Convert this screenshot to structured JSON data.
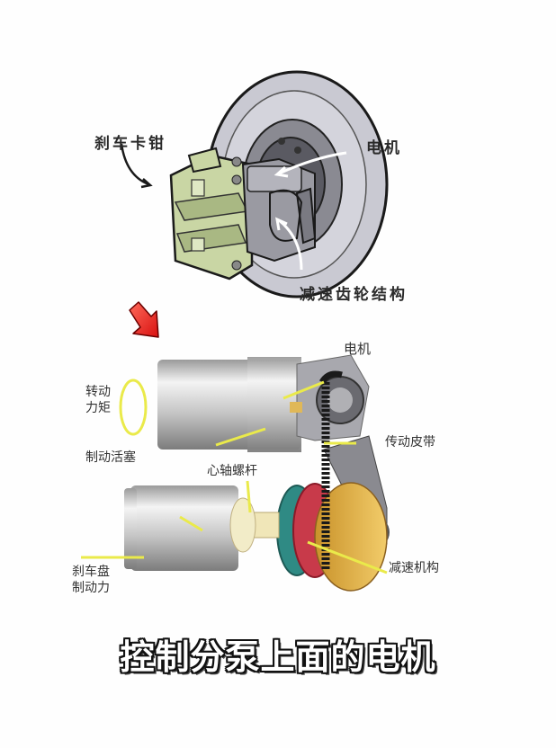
{
  "top_diagram": {
    "labels": {
      "caliper": "刹车卡钳",
      "motor": "电机",
      "gear_reduction": "减速齿轮结构"
    }
  },
  "bottom_diagram": {
    "labels": {
      "motor": "电机",
      "torque_line1": "转动",
      "torque_line2": "力矩",
      "belt": "传动皮带",
      "piston": "制动活塞",
      "spindle": "心轴螺杆",
      "disc_force_line1": "刹车盘",
      "disc_force_line2": "制动力",
      "reduction": "减速机构"
    },
    "pointer_arrow_color": "#e8201e",
    "callout_color": "#e8e850"
  },
  "caption": "控制分泵上面的电机"
}
